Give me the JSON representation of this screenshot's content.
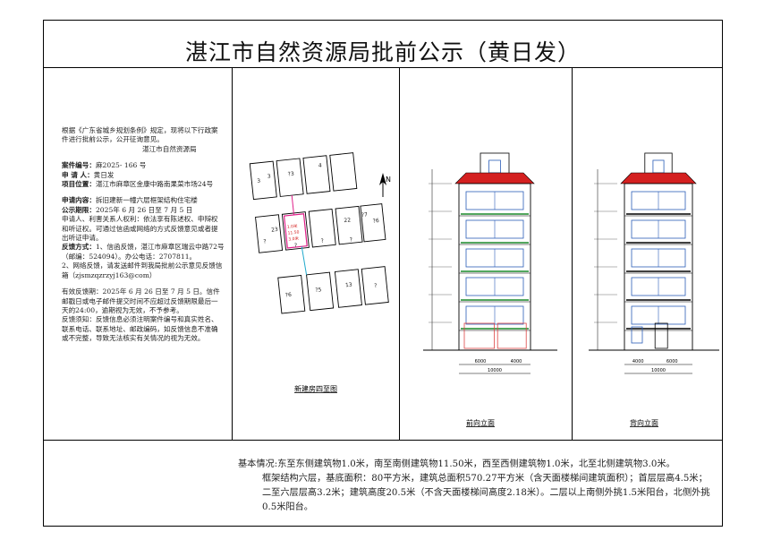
{
  "title": "湛江市自然资源局批前公示（黄日发）",
  "intro": {
    "line1": "根据《广东省城乡规划条例》规定，现将以下行政案件进行批前公示，公开征询意见。",
    "signature": "湛江市自然资源局"
  },
  "case": {
    "number_label": "案件编号：",
    "number": "麻2025- 166 号",
    "applicant_label": "申 请 人：",
    "applicant": "黄日发",
    "location_label": "项目位置：",
    "location": "湛江市麻章区金康中路南果菜市场24号",
    "content_label": "申请内容：",
    "content": "拆旧建新一幢六层框架结构住宅楼",
    "period_label": "公示期限：",
    "period": "2025年 6 月 26 日至 7 月 5 日",
    "rights": "申请人、利害关系人权利：依法享有陈述权、申辩权和听证权。可通过信函或网络的方式反馈意见或者提出听证申请。",
    "feedback_label": "反馈方式：",
    "feedback_1": "1、信函反馈，湛江市麻章区瑞云中路72号（邮编：524094）。办公电话：2707811。",
    "feedback_2": "2、网络反馈，请发送邮件到我局批前公示意见反馈信箱（zjsmzqzrzyj163@com）"
  },
  "validity": "有效反馈期：2025年 6 月 26 日至 7 月 5 日。信件邮戳日或电子邮件提交时间不应超过反馈期限最后一天的24:00，逾期视为无效，不予参考。",
  "notice": "反馈须知：反馈信息必须注明案件编号和真实姓名、联系电话、联系地址、邮政编码，如反馈信息不准确或不完整，导致无法核实有关情况的视为无效。",
  "drawings": {
    "site_plan_caption": "新建房四至图",
    "front_caption": "前向立面",
    "back_caption": "背向立面",
    "north": "N",
    "front_dims": [
      "6000",
      "4000"
    ],
    "front_total": "10000",
    "back_dims": [
      "4000",
      "6000"
    ],
    "back_total": "10000",
    "plot_labels": [
      "3",
      "3",
      "?3",
      "4",
      "23",
      "22",
      "?7",
      "?6",
      "?",
      "?",
      "?",
      "?",
      "?6",
      "?5",
      "13",
      "?"
    ],
    "red_dims": [
      "1.0米",
      "11.50",
      "3.0米"
    ]
  },
  "description": {
    "label": "基本情况:",
    "line1": "东至东侧建筑物1.0米，南至南侧建筑物11.50米，西至西侧建筑物1.0米，北至北侧建筑物3.0米。",
    "line2": "框架结构六层，基底面积：80平方米，建筑总面积570.27平方米（含天面楼梯间建筑面积）；首层层高4.5米；二至六层层高3.2米；建筑高度20.5米（不含天面楼梯间高度2.18米）。二层以上南侧外挑1.5米阳台，北侧外挑0.5米阳台。"
  },
  "colors": {
    "roof": "#d42020",
    "balcony": "#1a8a2a",
    "frame": "#2a5db8",
    "line": "#000000"
  }
}
